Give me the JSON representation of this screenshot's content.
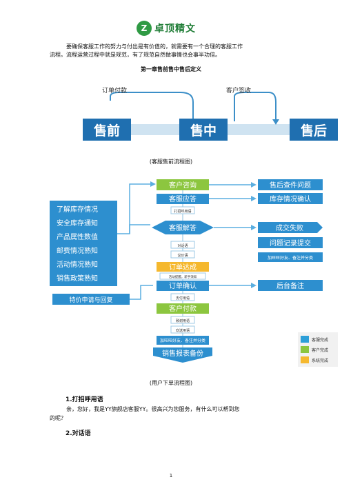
{
  "logo": {
    "mark": "Z",
    "text": "卓顶精文"
  },
  "intro": {
    "line1": "要确保客服工作的努力与付出是有价值的，就需要有一个合理的客服工作",
    "line2": "流程。流程运营过程中就是规范，有了规范自然做事情也会事半功倍。"
  },
  "chapter_title": "第一章售前售中售后定义",
  "phase_diagram": {
    "phases": [
      "售前",
      "售中",
      "售后"
    ],
    "milestones": [
      "订单付款",
      "客户签收"
    ],
    "caption": "(客服售前流程图)"
  },
  "order_flow": {
    "left_box": [
      "了解库存情况",
      "安全库存通知",
      "产品属性数值",
      "邮费情况熟知",
      "活动情况熟知",
      "销售政策熟知"
    ],
    "center_steps": {
      "consult": "客户咨询",
      "reply": "客服应答",
      "greeting_tag": "打招呼用语",
      "solve": "客服解答",
      "talk_tag": "对话语",
      "bargain_tag": "议价语",
      "promo": "订单达成",
      "promo_tag": "活动提醒，新手须知",
      "confirm": "订单确认",
      "pay_tag": "支付用语",
      "paid": "客户付款",
      "thanks_tag": "致谢用语",
      "farewell_tag": "欢送用语",
      "wangwang": "加旺旺好友、备注并分类",
      "report": "销售报表备份"
    },
    "right_steps": [
      "售后查件问题",
      "库存情况确认",
      "成交失败",
      "问题记录提交",
      "加旺旺好友、备注并分类",
      "后台备注"
    ],
    "special": "特价申请与回复",
    "legend": [
      {
        "label": "客服完成",
        "color": "#2d9fd8"
      },
      {
        "label": "客户完成",
        "color": "#8cc63f"
      },
      {
        "label": "系统完成",
        "color": "#f5b82e"
      }
    ],
    "caption": "(用户下单流程图)"
  },
  "section1": {
    "title": "1.打招呼用语",
    "line1": "亲，您好，我是YY旗舰店客服YY。很高兴为您服务，有什么可以帮到您",
    "line2": "的呢？"
  },
  "section2": {
    "title": "2.对话语"
  },
  "page_number": "1",
  "colors": {
    "blue": "#2d9fd8",
    "green": "#8cc63f",
    "yellow": "#f5b82e",
    "navy": "#3d6f9a"
  }
}
